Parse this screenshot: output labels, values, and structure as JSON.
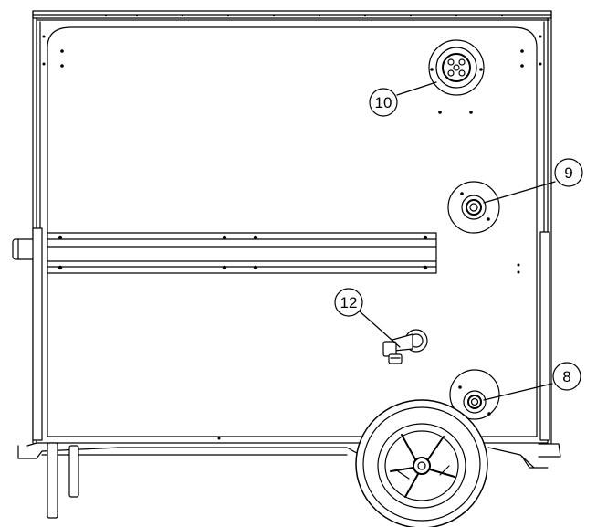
{
  "diagram": {
    "callouts": [
      {
        "id": "c10",
        "label": "10"
      },
      {
        "id": "c9",
        "label": "9"
      },
      {
        "id": "c12",
        "label": "12"
      },
      {
        "id": "c8",
        "label": "8"
      }
    ]
  }
}
